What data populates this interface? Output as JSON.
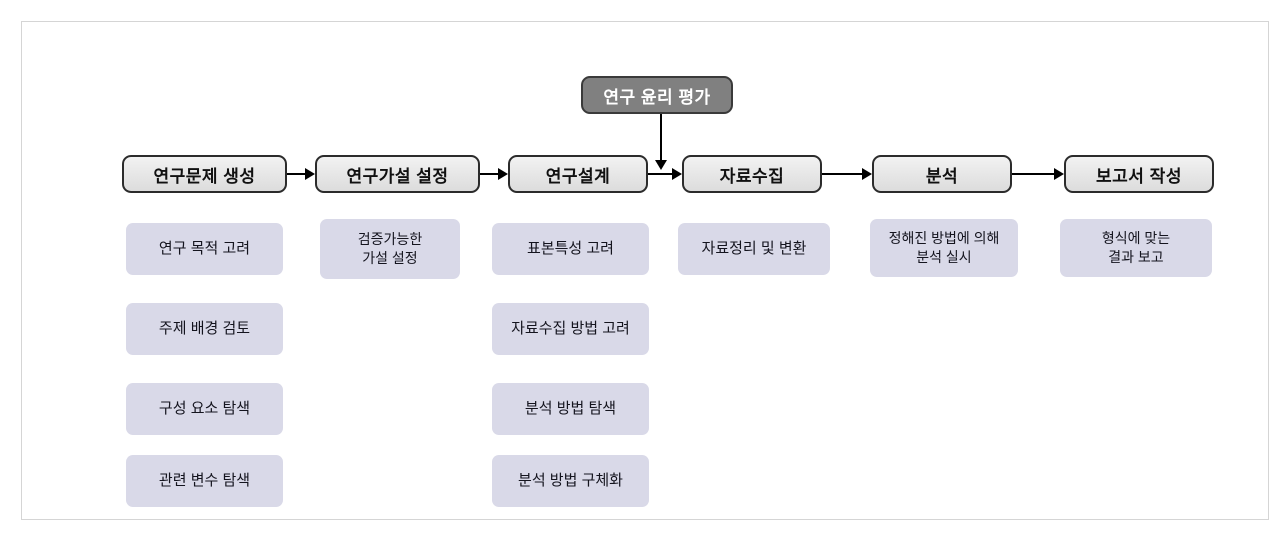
{
  "diagram": {
    "title_box": {
      "label": "연구 윤리 평가",
      "fill_color": "#808080",
      "text_color": "#ffffff"
    },
    "stage_fill_color": "#e2e2e2",
    "sub_fill_color": "#d9d9e8",
    "stages": [
      {
        "label": "연구문제 생성"
      },
      {
        "label": "연구가설 설정"
      },
      {
        "label": "연구설계"
      },
      {
        "label": "자료수집"
      },
      {
        "label": "분석"
      },
      {
        "label": "보고서 작성"
      }
    ],
    "columns": [
      {
        "stage": "연구문제 생성",
        "items": [
          {
            "text": "연구 목적 고려",
            "lines": 1
          },
          {
            "text": "주제 배경 검토",
            "lines": 1
          },
          {
            "text": "구성 요소 탐색",
            "lines": 1
          },
          {
            "text": "관련 변수 탐색",
            "lines": 1
          }
        ]
      },
      {
        "stage": "연구가설 설정",
        "items": [
          {
            "text": "검증가능한\n가설 설정",
            "lines": 2
          }
        ]
      },
      {
        "stage": "연구설계",
        "items": [
          {
            "text": "표본특성 고려",
            "lines": 1
          },
          {
            "text": "자료수집 방법 고려",
            "lines": 1
          },
          {
            "text": "분석 방법 탐색",
            "lines": 1
          },
          {
            "text": "분석 방법 구체화",
            "lines": 1
          }
        ]
      },
      {
        "stage": "자료수집",
        "items": [
          {
            "text": "자료정리 및 변환",
            "lines": 1
          }
        ]
      },
      {
        "stage": "분석",
        "items": [
          {
            "text": "정해진 방법에 의해\n분석 실시",
            "lines": 2
          }
        ]
      },
      {
        "stage": "보고서 작성",
        "items": [
          {
            "text": "형식에 맞는\n결과 보고",
            "lines": 2
          }
        ]
      }
    ]
  }
}
